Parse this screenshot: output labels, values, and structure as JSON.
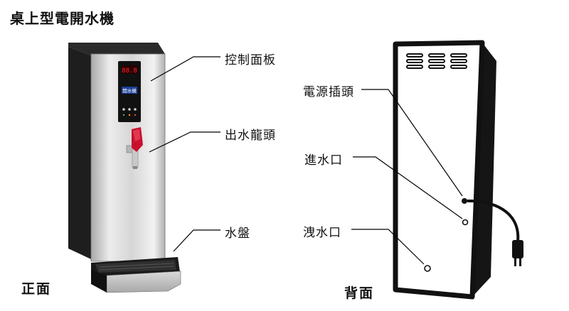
{
  "title": "桌上型電開水機",
  "views": {
    "front": {
      "caption": "正面",
      "labels": {
        "control_panel": "控制面板",
        "faucet": "出水龍頭",
        "drip_tray": "水盤"
      },
      "panel": {
        "display": "88.8",
        "logo_text": "開水機"
      }
    },
    "back": {
      "caption": "背面",
      "labels": {
        "power_plug": "電源插頭",
        "water_inlet": "進水口",
        "drain_outlet": "洩水口"
      }
    }
  },
  "colors": {
    "steel_light": "#e4e4e4",
    "steel_dark": "#9a9a9a",
    "frame": "#1a1a1a",
    "faucet_red": "#c8102e",
    "display_red": "#ff2a2a"
  }
}
